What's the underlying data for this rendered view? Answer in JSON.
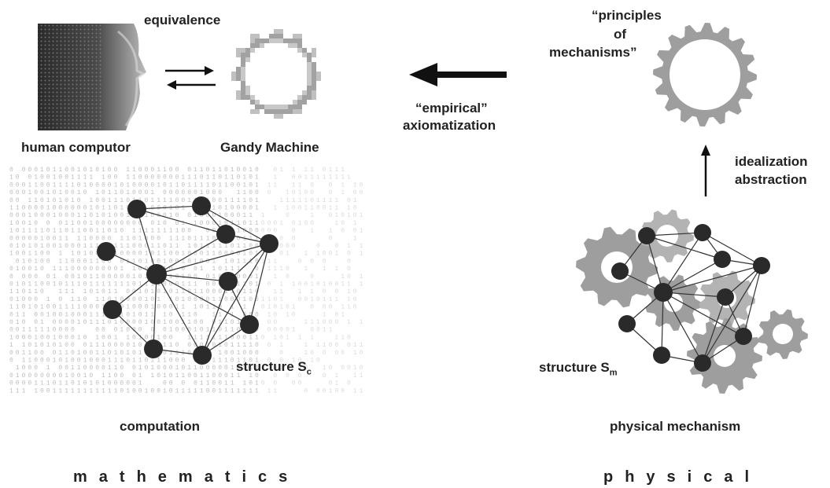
{
  "labels": {
    "equivalence": "equivalence",
    "human_computor": "human computor",
    "gandy_machine": "Gandy Machine",
    "empirical": "“empirical”",
    "axiomatization": "axiomatization",
    "principles": "“principles",
    "of": "of",
    "mechanisms": "mechanisms”",
    "idealization": "idealization",
    "abstraction": "abstraction",
    "structure_sc_base": "structure S",
    "structure_sc_sub": "c",
    "structure_sm_base": "structure S",
    "structure_sm_sub": "m",
    "computation": "computation",
    "physical_mechanism": "physical mechanism",
    "mathematics": "mathematics",
    "physical": "physical"
  },
  "colors": {
    "node": "#2a2a2a",
    "gear": "#9e9e9e",
    "gear_light": "#b3b3b3",
    "binary_text": "#bdbdbd",
    "arrow": "#111111"
  },
  "icons": {
    "head": "human-head-icon",
    "pixel_gear": "pixelated-gear-icon",
    "gear": "gear-icon"
  }
}
